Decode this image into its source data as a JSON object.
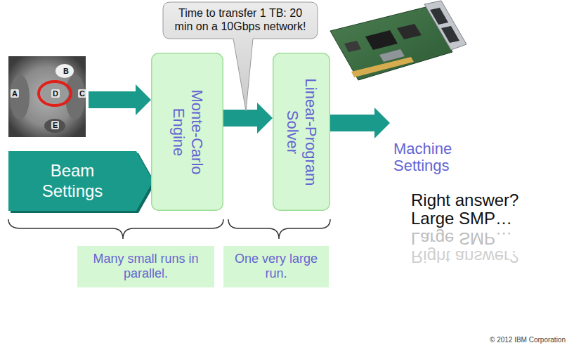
{
  "diagram": {
    "nodes": [
      {
        "text": [
          "Time to transfer 1 TB: 20 min on a 10Gbps network!"
        ]
      },
      {
        "text": [
          "Beam Settings"
        ]
      },
      {
        "text": [
          "Monte-Carlo Engine"
        ]
      },
      {
        "text": [
          "Linear-Program Solver"
        ]
      },
      {
        "text": [
          "Many small runs in parallel."
        ]
      },
      {
        "text": [
          "One very large run."
        ]
      }
    ],
    "edges": [
      {
        "from": 2,
        "to": 3,
        "arrow": "to"
      }
    ],
    "labels": [
      "A",
      "B",
      "C",
      "D",
      "E",
      "Machine Settings",
      "Right answer?",
      "Large SMP…",
      "Large SMP…",
      "Right answer?",
      "© 2012 IBM Corporation"
    ]
  }
}
